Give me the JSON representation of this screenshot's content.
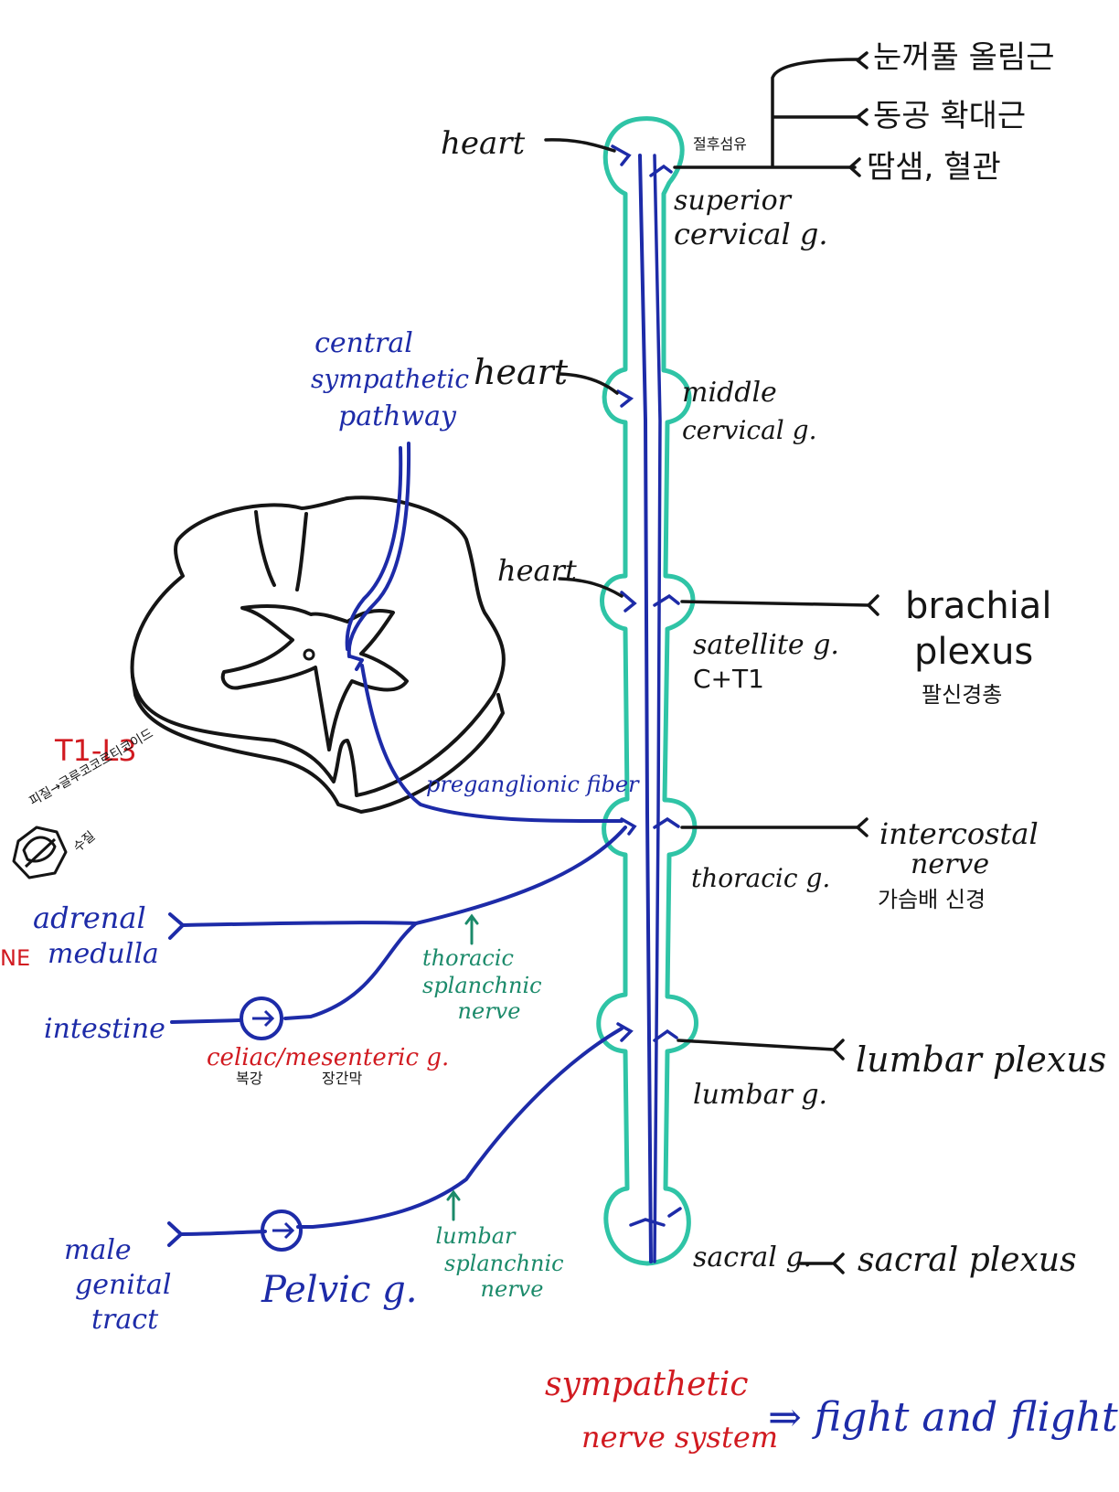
{
  "colors": {
    "chain_outline": "#2fc4a6",
    "fiber_blue": "#1d2ba8",
    "ink_black": "#151515",
    "label_red": "#d11a20",
    "label_green": "#1b8a6a"
  },
  "labels": {
    "heart_top": "heart",
    "postganglionic_kr": "절후섬유",
    "eyelid_kr": "눈꺼풀 올림근",
    "pupil_kr": "동공 확대근",
    "sweat_kr": "땀샘, 혈관",
    "superior_cervical_line1": "superior",
    "superior_cervical_line2": "cervical g.",
    "central_line1": "central",
    "central_line2": "sympathetic",
    "central_line3": "pathway",
    "heart_middle": "heart",
    "middle_cervical_line1": "middle",
    "middle_cervical_line2": "cervical g.",
    "heart_stellate": "heart",
    "brachial_line1": "brachial",
    "brachial_line2": "plexus",
    "brachial_kr": "팔신경총",
    "stellate_line1": "satellite g.",
    "stellate_line2": "C+T1",
    "t1_l3": "T1-L3",
    "adrenal_kr_top": "피질→글루코코르티코이드",
    "adrenal_kr_side": "수질",
    "preganglionic": "preganglionic fiber",
    "intercostal_line1": "intercostal",
    "intercostal_line2": "nerve",
    "intercostal_kr": "가슴배 신경",
    "thoracic_g": "thoracic g.",
    "adrenal_line1": "adrenal",
    "adrenal_line2": "medulla",
    "ne_mark": "NE",
    "thoracic_splanchnic_line1": "thoracic",
    "thoracic_splanchnic_line2": "splanchnic",
    "thoracic_splanchnic_line3": "nerve",
    "intestine": "intestine",
    "celiac": "celiac/mesenteric g.",
    "celiac_kr_left": "복강",
    "celiac_kr_right": "장간막",
    "lumbar_g": "lumbar g.",
    "lumbar_plexus": "lumbar plexus",
    "lumbar_splanchnic_line1": "lumbar",
    "lumbar_splanchnic_line2": "splanchnic",
    "lumbar_splanchnic_line3": "nerve",
    "male_line1": "male",
    "male_line2": "genital",
    "male_line3": "tract",
    "pelvic_g": "Pelvic g.",
    "sacral_g": "sacral g.",
    "sacral_plexus": "sacral plexus",
    "system_line1": "sympathetic",
    "system_line2": "nerve system",
    "fight": "⇒ fight and flight"
  }
}
